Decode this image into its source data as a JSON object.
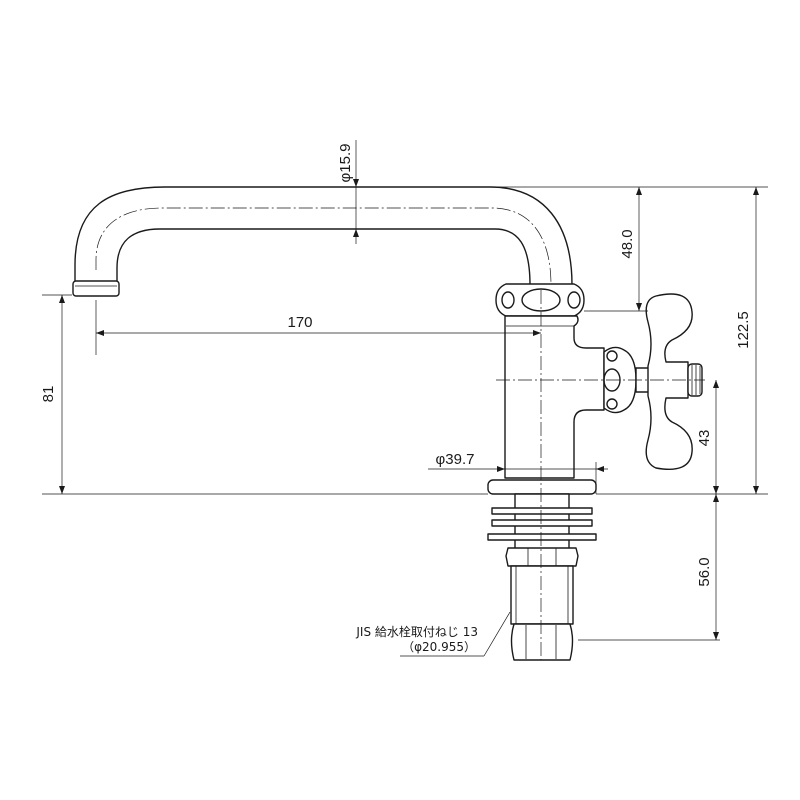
{
  "diagram": {
    "dimensions": {
      "pipe_diameter": "φ15.9",
      "spout_reach": "170",
      "spout_height": "48.0",
      "total_height": "122.5",
      "spout_to_base": "81",
      "handle_height": "43",
      "body_diameter": "φ39.7",
      "shank_length": "56.0"
    },
    "note": {
      "line1": "JIS 給水栓取付ねじ 13",
      "line2": "（φ20.955）"
    }
  }
}
